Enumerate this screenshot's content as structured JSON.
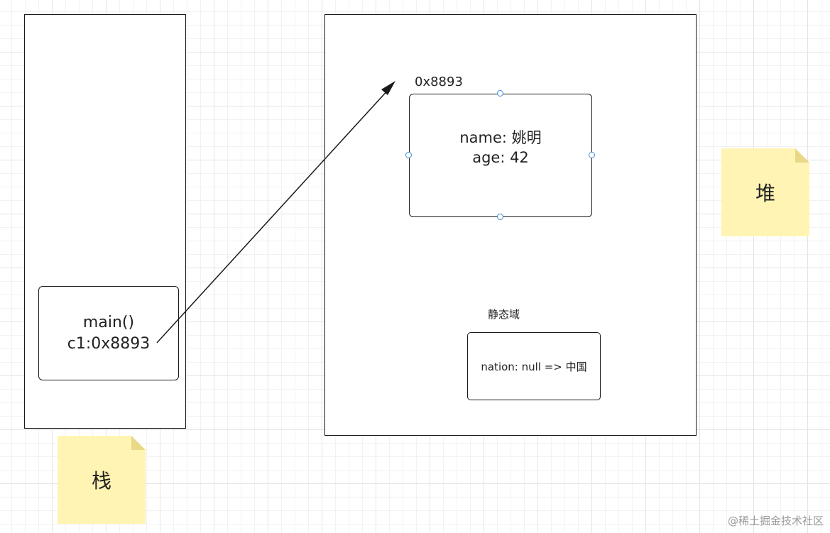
{
  "stack": {
    "note_label": "栈",
    "frame": {
      "method": "main()",
      "reference": "c1:0x8893"
    }
  },
  "heap": {
    "note_label": "堆",
    "object": {
      "address": "0x8893",
      "name_field": "name: 姚明",
      "age_field": "age: 42"
    },
    "static_area": {
      "label": "静态域",
      "field": "nation: null => 中国"
    }
  },
  "watermark": "@稀土掘金技术社区",
  "colors": {
    "stroke": "#1a1a1a",
    "note_fill": "#fff4b3",
    "note_fold": "#e9d987",
    "handle": "#3d8bd4",
    "grid": "#e4e4e4"
  }
}
